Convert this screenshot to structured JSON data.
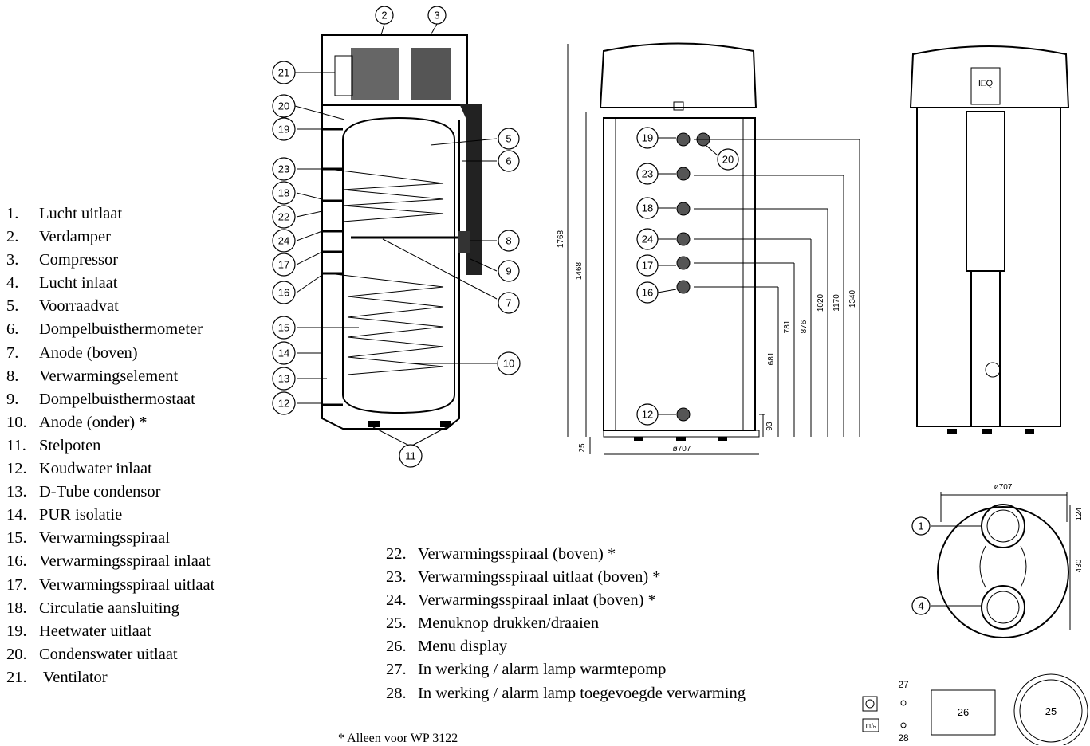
{
  "legend_left": [
    {
      "num": "1.",
      "label": "Lucht uitlaat"
    },
    {
      "num": "2.",
      "label": "Verdamper"
    },
    {
      "num": "3.",
      "label": "Compressor"
    },
    {
      "num": "4.",
      "label": "Lucht inlaat"
    },
    {
      "num": "5.",
      "label": "Voorraadvat"
    },
    {
      "num": "6.",
      "label": "Dompelbuisthermometer"
    },
    {
      "num": "7.",
      "label": "Anode (boven)"
    },
    {
      "num": "8.",
      "label": "Verwarmingselement"
    },
    {
      "num": "9.",
      "label": "Dompelbuisthermostaat"
    },
    {
      "num": "10.",
      "label": "Anode (onder) *"
    },
    {
      "num": "11.",
      "label": "Stelpoten"
    },
    {
      "num": "12.",
      "label": "Koudwater inlaat"
    },
    {
      "num": "13.",
      "label": "D-Tube condensor"
    },
    {
      "num": "14.",
      "label": "PUR isolatie"
    },
    {
      "num": "15.",
      "label": "Verwarmingsspiraal"
    },
    {
      "num": "16.",
      "label": "Verwarmingsspiraal inlaat"
    },
    {
      "num": "17.",
      "label": "Verwarmingsspiraal uitlaat"
    },
    {
      "num": "18.",
      "label": "Circulatie aansluiting"
    },
    {
      "num": "19.",
      "label": "Heetwater uitlaat"
    },
    {
      "num": "20.",
      "label": "Condenswater uitlaat"
    },
    {
      "num": "21.",
      "label": " Ventilator"
    }
  ],
  "legend_right": [
    {
      "num": "22.",
      "label": "Verwarmingsspiraal (boven) *"
    },
    {
      "num": "23.",
      "label": "Verwarmingsspiraal uitlaat (boven) *"
    },
    {
      "num": "24.",
      "label": "Verwarmingsspiraal inlaat (boven) *"
    },
    {
      "num": "25.",
      "label": "Menuknop drukken/draaien"
    },
    {
      "num": "26.",
      "label": "Menu display"
    },
    {
      "num": "27.",
      "label": "In werking / alarm lamp warmtepomp"
    },
    {
      "num": "28.",
      "label": "In werking / alarm lamp toegevoegde verwarming"
    }
  ],
  "section_callouts": [
    "2",
    "3",
    "21",
    "20",
    "19",
    "23",
    "18",
    "22",
    "24",
    "17",
    "16",
    "15",
    "14",
    "13",
    "12",
    "5",
    "6",
    "8",
    "9",
    "7",
    "10",
    "11"
  ],
  "front_callouts": [
    "19",
    "20",
    "23",
    "18",
    "24",
    "17",
    "16",
    "12"
  ],
  "dimensions": {
    "total_height": "1768",
    "height_1468": "1468",
    "d681": "681",
    "d781": "781",
    "d876": "876",
    "d1020": "1020",
    "d1170": "1170",
    "d1340": "1340",
    "d93": "93",
    "d25": "25",
    "diameter": "ø707",
    "top_diameter": "ø707",
    "top_124": "124",
    "top_430": "430"
  },
  "top_callouts": [
    "1",
    "4"
  ],
  "panel": {
    "display": "26",
    "knob": "25",
    "lamp_top": "27",
    "lamp_bottom": "28"
  },
  "footnote": "* Alleen voor WP 3122"
}
